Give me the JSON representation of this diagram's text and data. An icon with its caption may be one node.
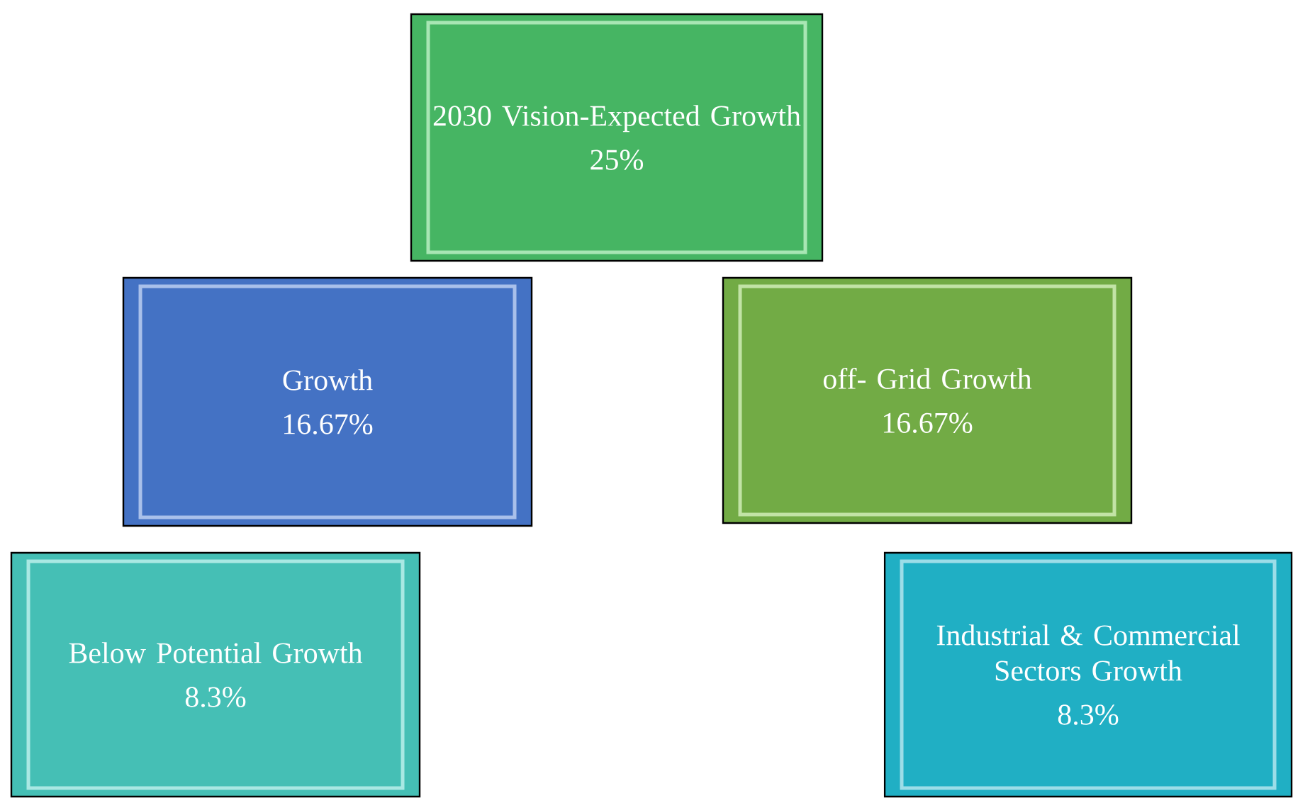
{
  "diagram": {
    "nodes": [
      {
        "text": [
          "2030 Vision-Expected Growth",
          "25%"
        ]
      },
      {
        "text": [
          "Growth",
          "16.67%"
        ]
      },
      {
        "text": [
          "off- Grid Growth",
          "16.67%"
        ]
      },
      {
        "text": [
          "Below Potential Growth",
          "8.3%"
        ]
      },
      {
        "text": [
          "Industrial & Commercial Sectors Growth",
          "8.3%"
        ]
      }
    ]
  }
}
